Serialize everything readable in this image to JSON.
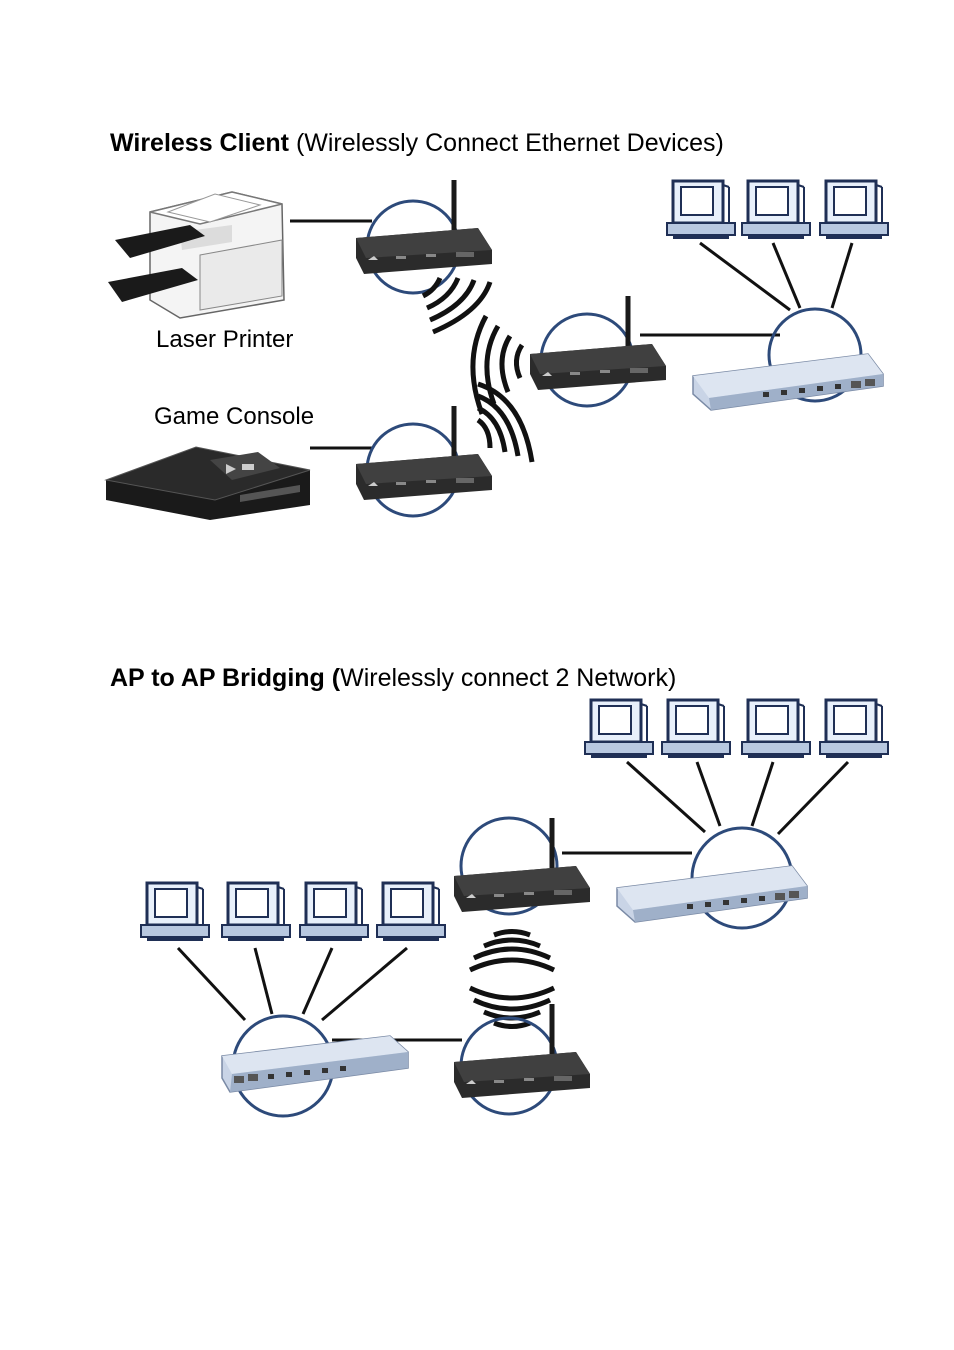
{
  "section1": {
    "title_bold": "Wireless Client",
    "title_rest": " (Wirelessly Connect Ethernet Devices)",
    "labels": {
      "printer": "Laser Printer",
      "console": "Game Console"
    }
  },
  "section2": {
    "title_bold": "AP to AP Bridging (",
    "title_rest": "Wirelessly connect 2 Network)"
  },
  "colors": {
    "circle": "#2d4a7a",
    "router": "#2b2b2b",
    "switch": "#c9d4e6",
    "monitor": "#e8f0fb",
    "monitor_outline": "#1f2f55"
  }
}
